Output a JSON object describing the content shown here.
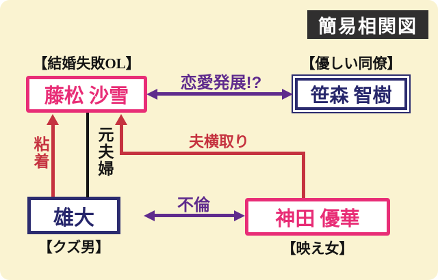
{
  "title": "簡易相関図",
  "colors": {
    "background": "#faf3d1",
    "title_bg": "#302f2f",
    "pink": "#e82d76",
    "navy": "#2b2b6f",
    "purple": "#5f2b8d",
    "red": "#c5323f"
  },
  "nodes": [
    {
      "id": "fujimatsu",
      "tag": "【結婚失敗OL】",
      "name": "藤松 沙雪",
      "color": "pink"
    },
    {
      "id": "sasamori",
      "tag": "【優しい同僚】",
      "name": "笹森 智樹",
      "color": "navy"
    },
    {
      "id": "yudai",
      "tag": "【クズ男】",
      "name": "雄大",
      "color": "navy"
    },
    {
      "id": "kanda",
      "tag": "【映え女】",
      "name": "神田 優華",
      "color": "pink"
    }
  ],
  "relations": [
    {
      "label": "恋愛発展!?",
      "type": "double-arrow",
      "color": "purple",
      "from": "fujimatsu",
      "to": "sasamori"
    },
    {
      "label": "粘着",
      "type": "arrow",
      "color": "red",
      "from": "yudai",
      "to": "fujimatsu"
    },
    {
      "label": "元夫婦",
      "type": "line",
      "color": "black",
      "from": "yudai",
      "to": "fujimatsu"
    },
    {
      "label": "夫横取り",
      "type": "arrow",
      "color": "red",
      "from": "kanda",
      "to": "fujimatsu"
    },
    {
      "label": "不倫",
      "type": "double-arrow",
      "color": "purple",
      "from": "yudai",
      "to": "kanda"
    }
  ]
}
